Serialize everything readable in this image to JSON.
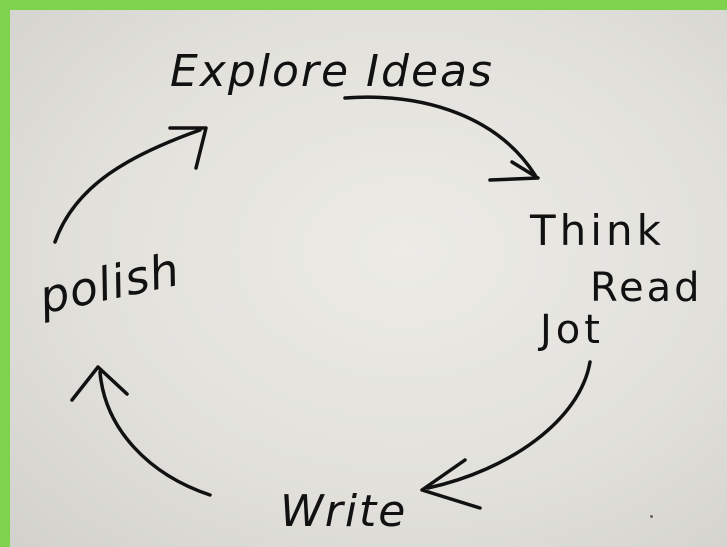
{
  "diagram": {
    "nodes": {
      "explore": "Explore Ideas",
      "think": "Think",
      "read": "Read",
      "jot": "Jot",
      "write": "Write",
      "polish": "polish"
    },
    "edges": [
      {
        "from": "Explore Ideas",
        "to": "Think"
      },
      {
        "from": "Jot",
        "to": "Write"
      },
      {
        "from": "Write",
        "to": "polish"
      },
      {
        "from": "polish",
        "to": "Explore Ideas"
      }
    ],
    "colors": {
      "background": "#7fd24b",
      "paper": "#e6e5e0",
      "ink": "#111111"
    }
  }
}
